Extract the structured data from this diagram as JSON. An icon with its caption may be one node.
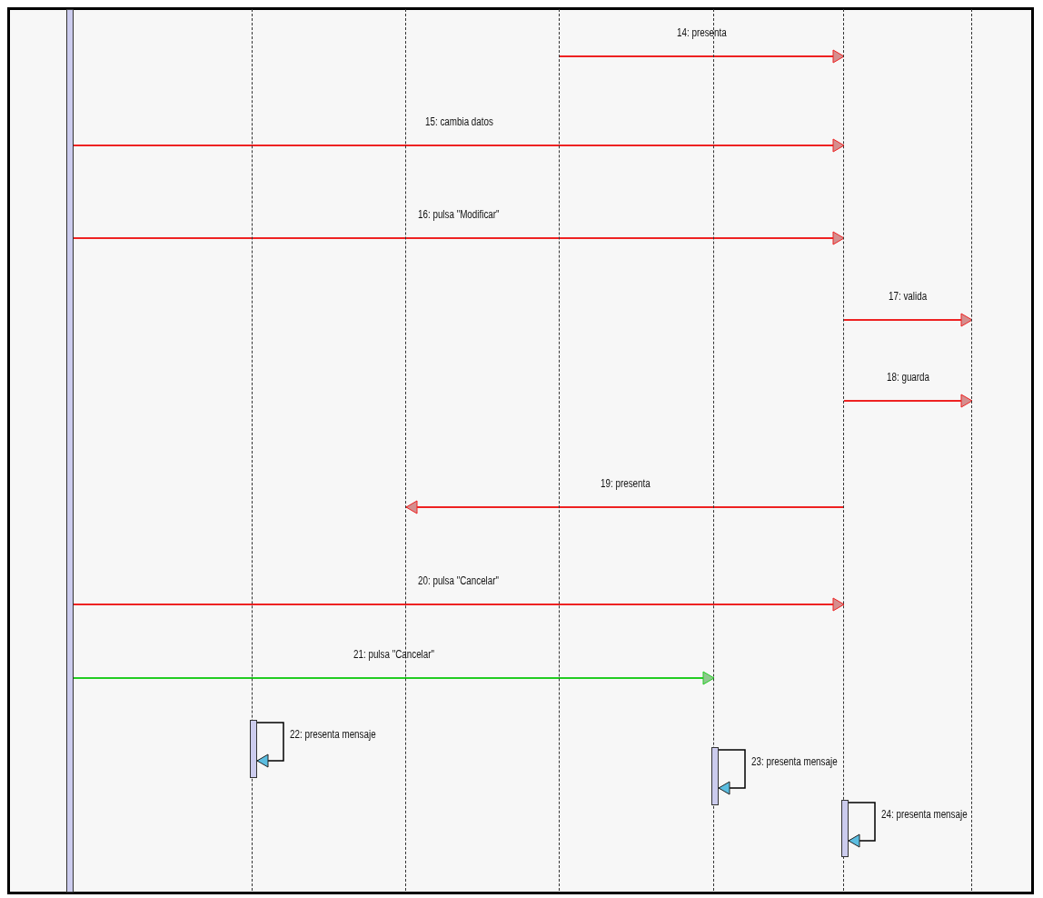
{
  "diagram": {
    "nodes": [
      {
        "text": [],
        "shape": "bar"
      },
      {
        "text": [],
        "shape": "line"
      },
      {
        "text": [],
        "shape": "line"
      },
      {
        "text": [],
        "shape": "line"
      },
      {
        "text": [],
        "shape": "line"
      },
      {
        "text": [],
        "shape": "line"
      },
      {
        "text": [],
        "shape": "line"
      },
      {
        "text": [],
        "shape": "bar"
      },
      {
        "text": [],
        "shape": "bar"
      },
      {
        "text": [],
        "shape": "bar"
      }
    ],
    "edges": [
      {
        "from": 3,
        "to": 5,
        "arrow": "to",
        "label": "14: presenta"
      },
      {
        "from": 0,
        "to": 5,
        "arrow": "to",
        "label": "15: cambia datos"
      },
      {
        "from": 0,
        "to": 5,
        "arrow": "to",
        "label": "16: pulsa \"Modificar\""
      },
      {
        "from": 5,
        "to": 6,
        "arrow": "to",
        "label": "17: valida"
      },
      {
        "from": 5,
        "to": 6,
        "arrow": "to",
        "label": "18: guarda"
      },
      {
        "from": 5,
        "to": 2,
        "arrow": "to",
        "label": "19: presenta"
      },
      {
        "from": 0,
        "to": 5,
        "arrow": "to",
        "label": "20: pulsa \"Cancelar\""
      },
      {
        "from": 0,
        "to": 4,
        "arrow": "to",
        "label": "21: pulsa \"Cancelar\"",
        "color": "#22cc22"
      },
      {
        "from": 7,
        "to": 7,
        "arrow": "to",
        "label": "22: presenta mensaje",
        "color": "#000000"
      },
      {
        "from": 8,
        "to": 8,
        "arrow": "to",
        "label": "23: presenta mensaje",
        "color": "#000000"
      },
      {
        "from": 9,
        "to": 9,
        "arrow": "to",
        "label": "24: presenta mensaje",
        "color": "#000000"
      }
    ]
  }
}
